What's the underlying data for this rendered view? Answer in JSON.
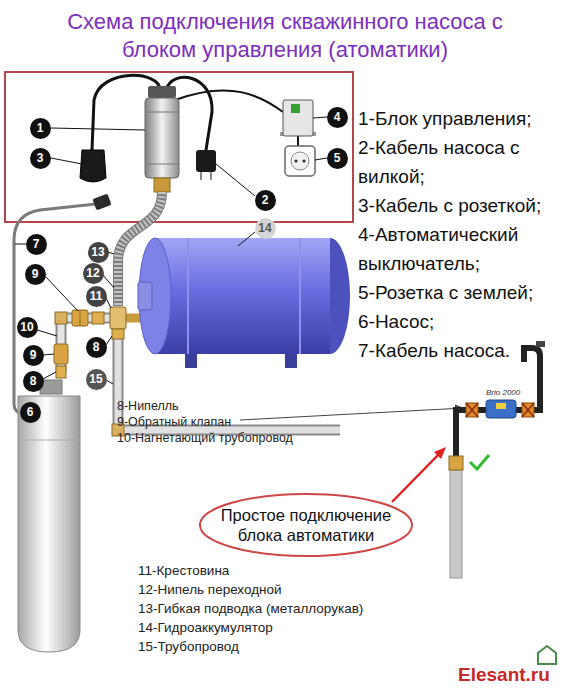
{
  "diagram": {
    "title": "Схема подключения скважинного насоса с блоком управления (атоматики)",
    "nodes": [
      {
        "text": [
          "1"
        ]
      },
      {
        "text": [
          "4"
        ]
      },
      {
        "text": [
          "3"
        ]
      },
      {
        "text": [
          "5"
        ]
      },
      {
        "text": [
          "2"
        ]
      },
      {
        "text": [
          "14"
        ]
      },
      {
        "text": [
          "7"
        ]
      },
      {
        "text": [
          "13"
        ]
      },
      {
        "text": [
          "9"
        ]
      },
      {
        "text": [
          "12"
        ]
      },
      {
        "text": [
          "11"
        ]
      },
      {
        "text": [
          "10"
        ]
      },
      {
        "text": [
          "8"
        ]
      },
      {
        "text": [
          "9"
        ]
      },
      {
        "text": [
          "15"
        ]
      },
      {
        "text": [
          "8"
        ]
      },
      {
        "text": [
          "6"
        ]
      },
      {
        "text": [
          "Простое подключение блока автоматики"
        ]
      }
    ],
    "labels": [
      "1-Блок управления;",
      "2-Кабель насоса с вилкой;",
      "3-Кабель с розеткой;",
      "4-Автоматический выключатель;",
      "5-Розетка с землей;",
      "6-Насос;",
      "7-Кабель насоса.",
      "8-Нипелль",
      "9-Обратный клапан",
      "10-Нагнетающий трубопровод",
      "11-Крестовина",
      "12-Нипель переходной",
      "13-Гибкая подводка (металлорукав)",
      "14-Гидроаккумулятор",
      "15-Трубопровод",
      "Brio 2000",
      "Elesant.ru"
    ]
  }
}
